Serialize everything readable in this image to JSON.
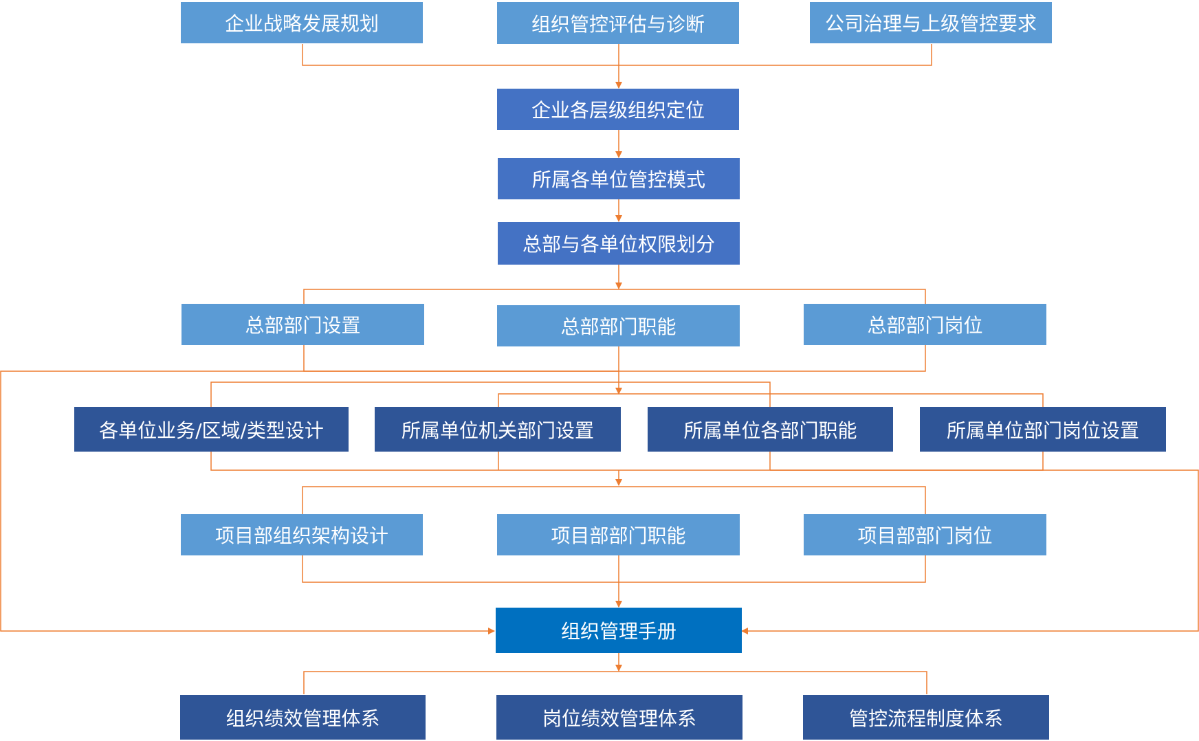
{
  "colors": {
    "light": "#5b9bd5",
    "mid": "#4472c4",
    "dark": "#2f5597",
    "bright": "#0070c0",
    "connector": "#ed7d31"
  },
  "nodes": {
    "strategy": "企业战略发展规划",
    "assessment": "组织管控评估与诊断",
    "governance": "公司治理与上级管控要求",
    "positioning": "企业各层级组织定位",
    "control_mode": "所属各单位管控模式",
    "authority": "总部与各单位权限划分",
    "hq_dept_setup": "总部部门设置",
    "hq_dept_function": "总部部门职能",
    "hq_dept_post": "总部部门岗位",
    "unit_design": "各单位业务/区域/类型设计",
    "unit_dept_setup": "所属单位机关部门设置",
    "unit_dept_function": "所属单位各部门职能",
    "unit_post_setup": "所属单位部门岗位设置",
    "project_structure": "项目部组织架构设计",
    "project_function": "项目部部门职能",
    "project_post": "项目部部门岗位",
    "manual": "组织管理手册",
    "org_performance": "组织绩效管理体系",
    "post_performance": "岗位绩效管理体系",
    "process_system": "管控流程制度体系"
  }
}
